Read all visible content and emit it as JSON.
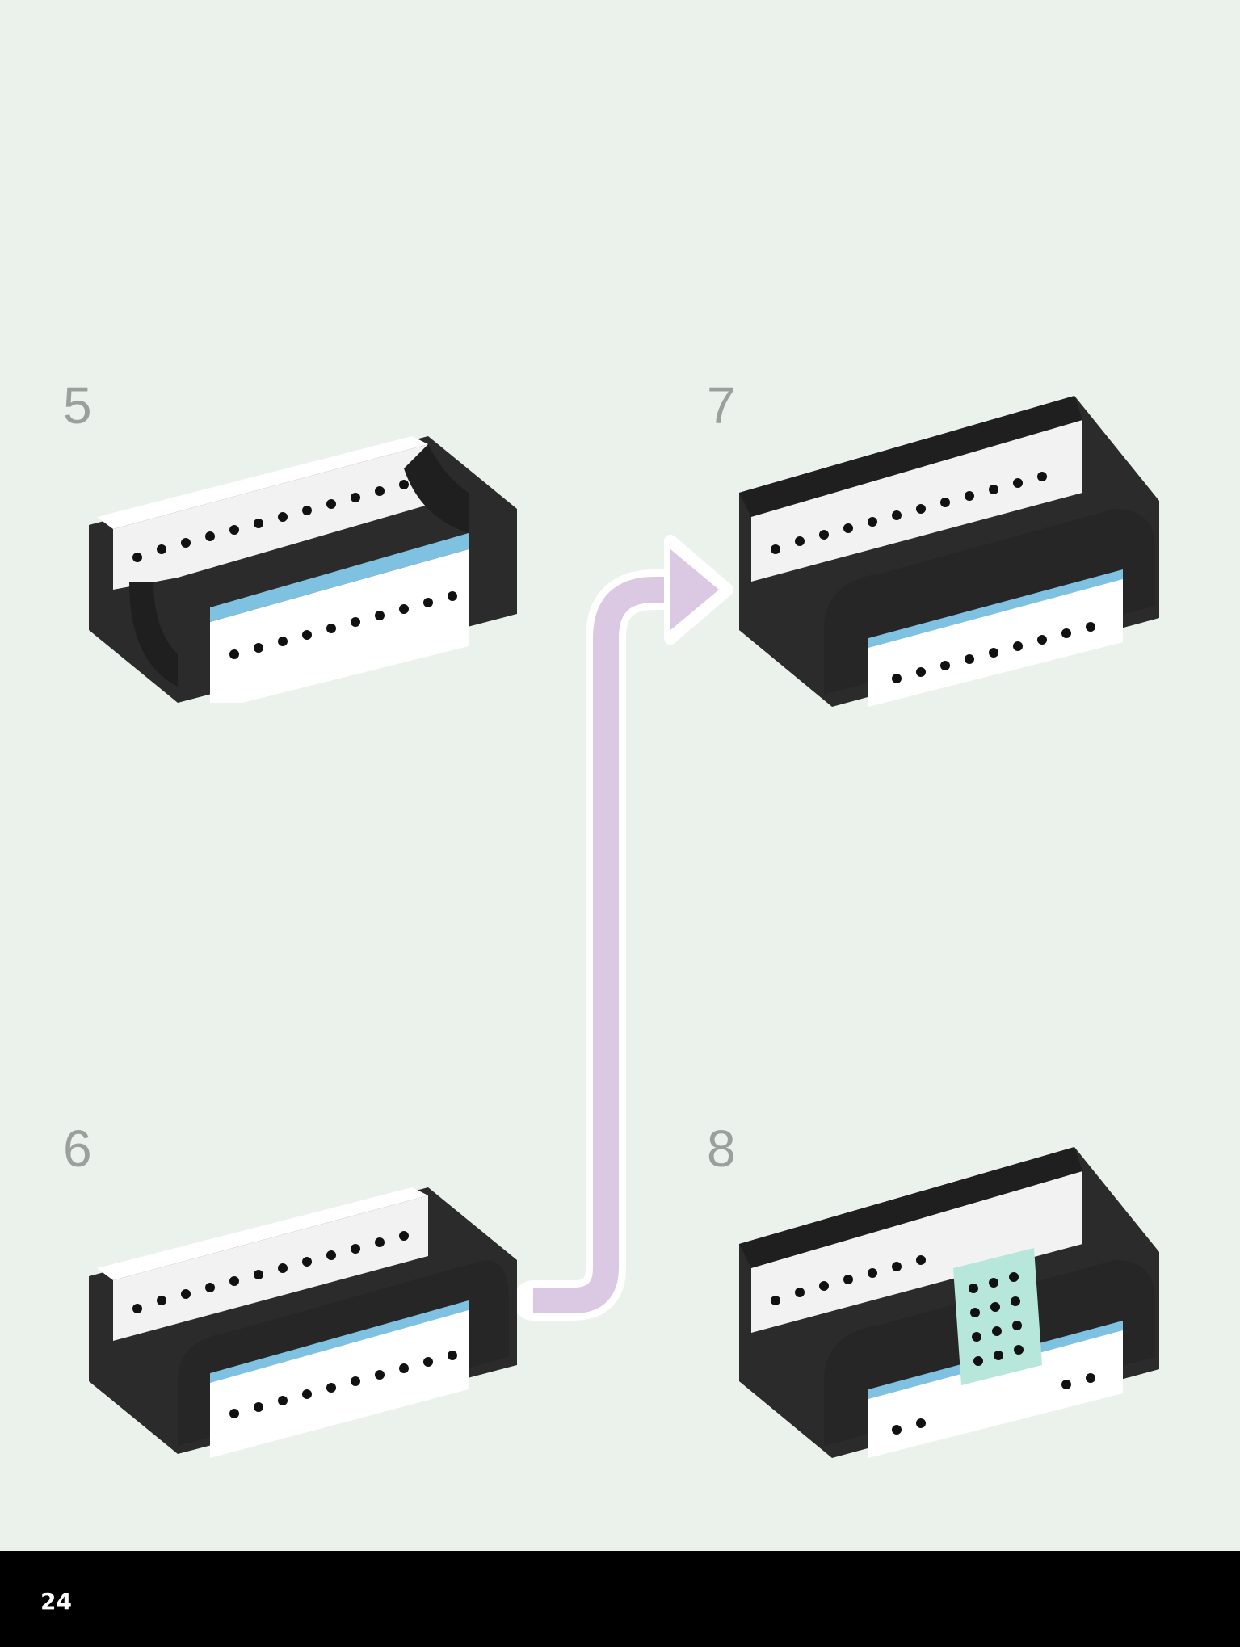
{
  "steps": [
    {
      "number": "5"
    },
    {
      "number": "6"
    },
    {
      "number": "7"
    },
    {
      "number": "8"
    }
  ],
  "page_number": "24",
  "colors": {
    "background": "#eaf2eb",
    "brick_black": "#2b2b2b",
    "brick_white": "#ffffff",
    "accent_blue": "#7fc1e0",
    "accent_mint": "#b7e6da",
    "arrow_lavender": "#dbc9e4",
    "footer": "#000000"
  },
  "icons": [
    "step-arrow-icon"
  ]
}
